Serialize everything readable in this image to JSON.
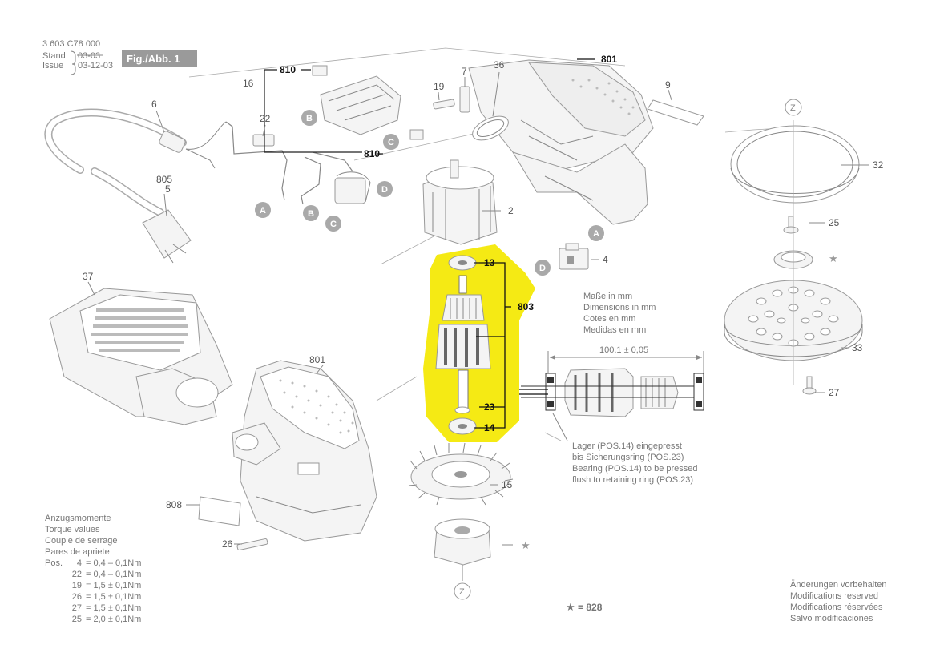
{
  "header": {
    "doc_number": "3 603 C78 000",
    "stand_label": "Stand",
    "issue_label": "Issue",
    "old_date": "03-03",
    "new_date": "03-12-03",
    "figure_label": "Fig./Abb. 1"
  },
  "parts": {
    "p2": "2",
    "p4": "4",
    "p5": "5",
    "p6": "6",
    "p7": "7",
    "p9": "9",
    "p13": "13",
    "p14": "14",
    "p15": "15",
    "p16": "16",
    "p19": "19",
    "p22": "22",
    "p23": "23",
    "p25": "25",
    "p26": "26",
    "p27": "27",
    "p32": "32",
    "p33": "33",
    "p36": "36",
    "p37": "37",
    "p801a": "801",
    "p801b": "801",
    "p803": "803",
    "p805": "805",
    "p808": "808",
    "p810a": "810",
    "p810b": "810"
  },
  "connectors": {
    "a": "A",
    "b": "B",
    "c": "C",
    "d": "D",
    "z": "Z"
  },
  "dimensions": {
    "title_de": "Maße in mm",
    "title_en": "Dimensions in mm",
    "title_fr": "Cotes en mm",
    "title_es": "Medidas en mm",
    "length": "100.1 ± 0,05"
  },
  "bearing_note": [
    "Lager (POS.14) eingepresst",
    "bis Sicherungsring (POS.23)",
    "Bearing (POS.14) to be pressed",
    "flush to retaining ring (POS.23)"
  ],
  "torque": {
    "title_de": "Anzugsmomente",
    "title_en": "Torque values",
    "title_fr": "Couple de serrage",
    "title_es": "Pares de apriete",
    "pos_label": "Pos.",
    "rows": [
      {
        "pos": "4",
        "value": "= 0,4 – 0,1Nm"
      },
      {
        "pos": "22",
        "value": "= 0,4 – 0,1Nm"
      },
      {
        "pos": "19",
        "value": "= 1,5 ± 0,1Nm"
      },
      {
        "pos": "26",
        "value": "= 1,5 ± 0,1Nm"
      },
      {
        "pos": "27",
        "value": "= 1,5 ± 0,1Nm"
      },
      {
        "pos": "25",
        "value": "= 2,0 ± 0,1Nm"
      }
    ]
  },
  "star_legend": {
    "symbol": "★",
    "text": "= 828"
  },
  "star_marks": [
    "★",
    "★"
  ],
  "footer": [
    "Änderungen vorbehalten",
    "Modifications reserved",
    "Modifications réservées",
    "Salvo modificaciones"
  ],
  "colors": {
    "highlight": "#f5ea14",
    "lines": "#888888",
    "badge": "#a9a9a9"
  }
}
